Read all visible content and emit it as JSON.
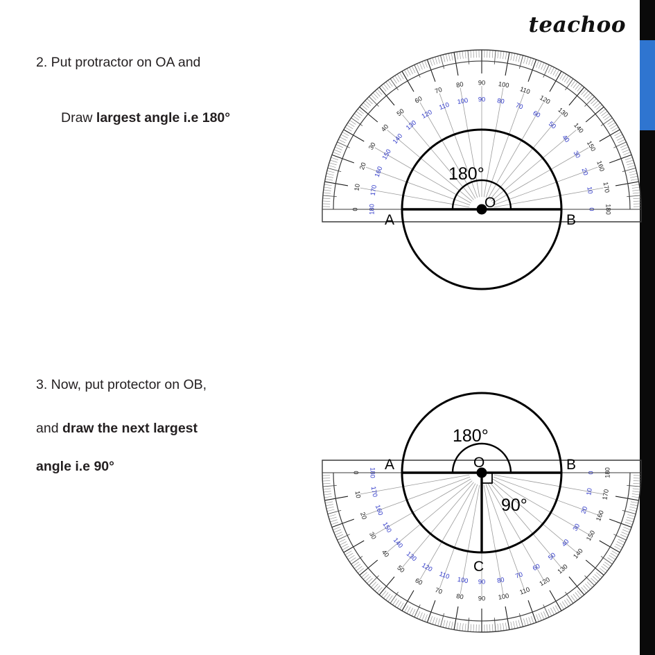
{
  "brand": {
    "name": "teachoo"
  },
  "steps": [
    {
      "id": "step2",
      "line1": "2. Put protractor on OA and",
      "line2_prefix": "Draw ",
      "line2_bold": "largest angle i.e 180°",
      "figure": {
        "angle_label": "180°",
        "vertex_label": "O",
        "point_left": "A",
        "point_right": "B",
        "protractor_orientation": "up",
        "outer_scale_start_left": "0",
        "outer_scale_end_right": "180",
        "inner_scale_start_left": "180",
        "inner_scale_end_right": "0"
      }
    },
    {
      "id": "step3",
      "line1": "3. Now, put protector on OB,",
      "line2_prefix": "and ",
      "line2_bold": "draw the next largest",
      "line3_bold": "angle i.e 90°",
      "figure": {
        "angle_label_top": "180°",
        "angle_label_lower": "90°",
        "vertex_label": "O",
        "point_left": "A",
        "point_right": "B",
        "point_bottom": "C",
        "protractor_orientation": "down",
        "outer_scale_start_left": "0",
        "outer_scale_end_right": "180",
        "inner_scale_start_left": "180",
        "inner_scale_end_right": "0"
      }
    }
  ],
  "protractor_scale": {
    "major_ticks": [
      0,
      10,
      20,
      30,
      40,
      50,
      60,
      70,
      80,
      90,
      100,
      110,
      120,
      130,
      140,
      150,
      160,
      170,
      180
    ],
    "outer_color": "#1a1a1a",
    "inner_color": "#2b35c8"
  },
  "colors": {
    "accent_blue": "#2f75d0",
    "scale_blue": "#2b35c8",
    "ink": "#231f20",
    "edge_dark": "#0a0a0a"
  }
}
